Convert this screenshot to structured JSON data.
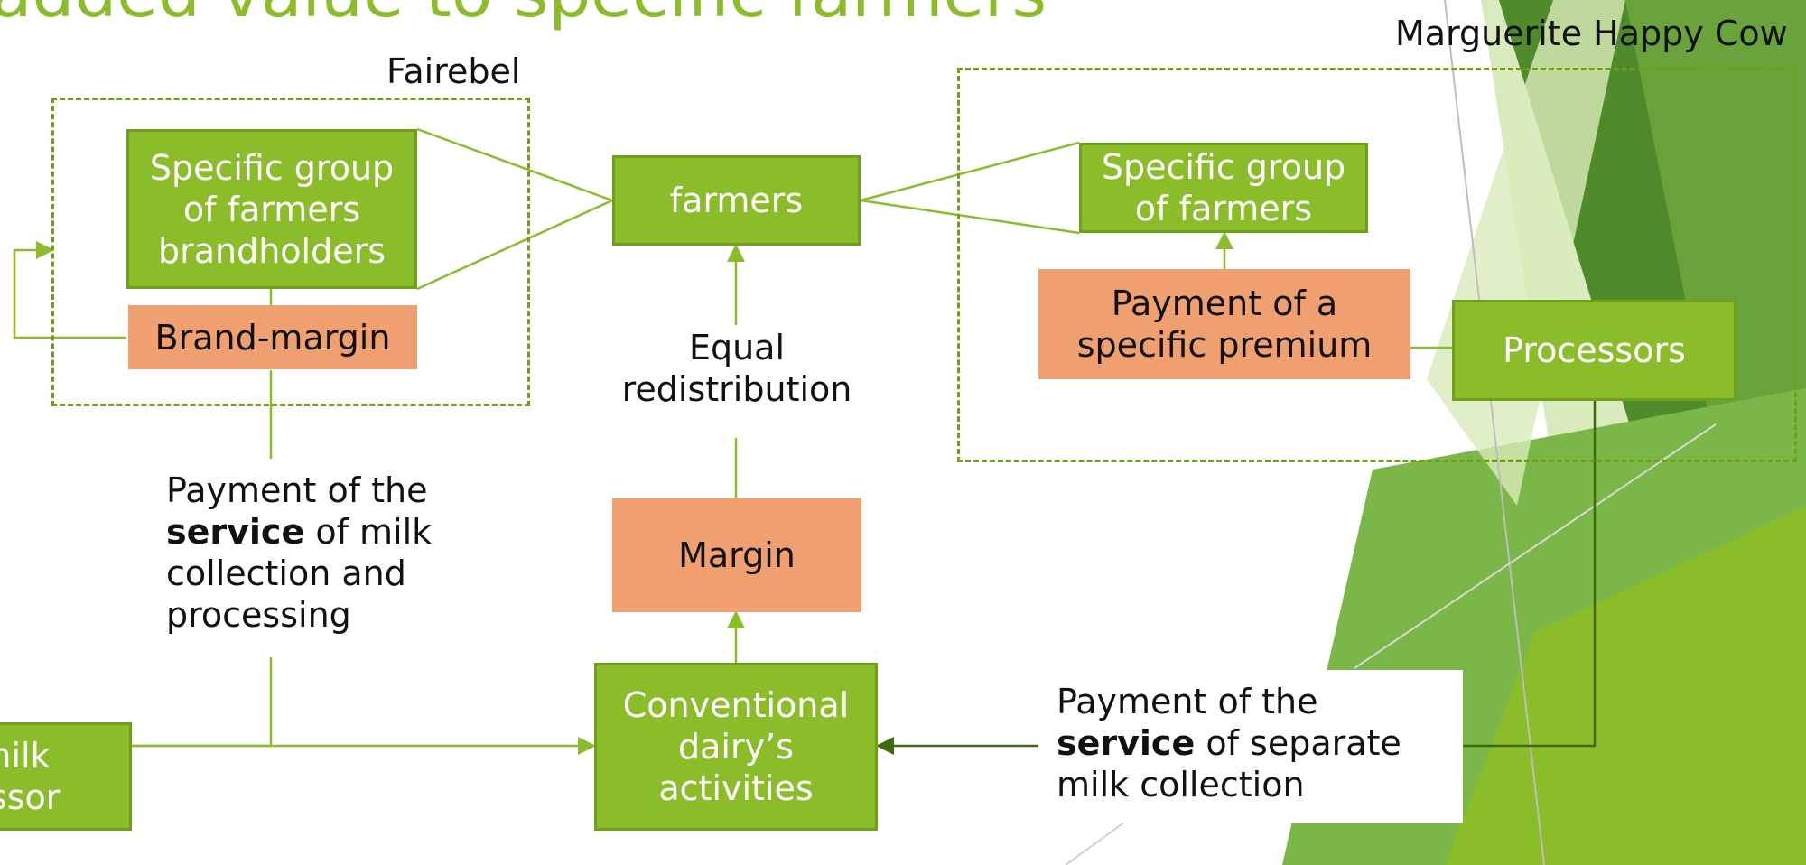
{
  "slide": {
    "title_fragment": "added value to specific farmers"
  },
  "groups": {
    "fairebel": "Fairebel",
    "marguerite": "Marguerite Happy Cow"
  },
  "boxes": {
    "left_group": "Specific group of farmers brandholders",
    "brand_margin": "Brand-margin",
    "farmers": "farmers",
    "right_group": "Specific group of farmers",
    "specific_premium": "Payment of a specific premium",
    "processors": "Processors",
    "margin": "Margin",
    "conventional": "Conventional dairy’s activities",
    "processor_partial": "milk essor"
  },
  "labels": {
    "equal_redistribution": "Equal redistribution",
    "payment_left_before": "Payment of the",
    "payment_left_bold": "service",
    "payment_left_after": "of milk collection and processing",
    "payment_right_before": "Payment of the",
    "payment_right_bold": "service",
    "payment_right_after": "of separate milk collection"
  },
  "colors": {
    "green": "#8bbd2a",
    "orange": "#f0a070",
    "title_green": "#8bbd2a"
  }
}
